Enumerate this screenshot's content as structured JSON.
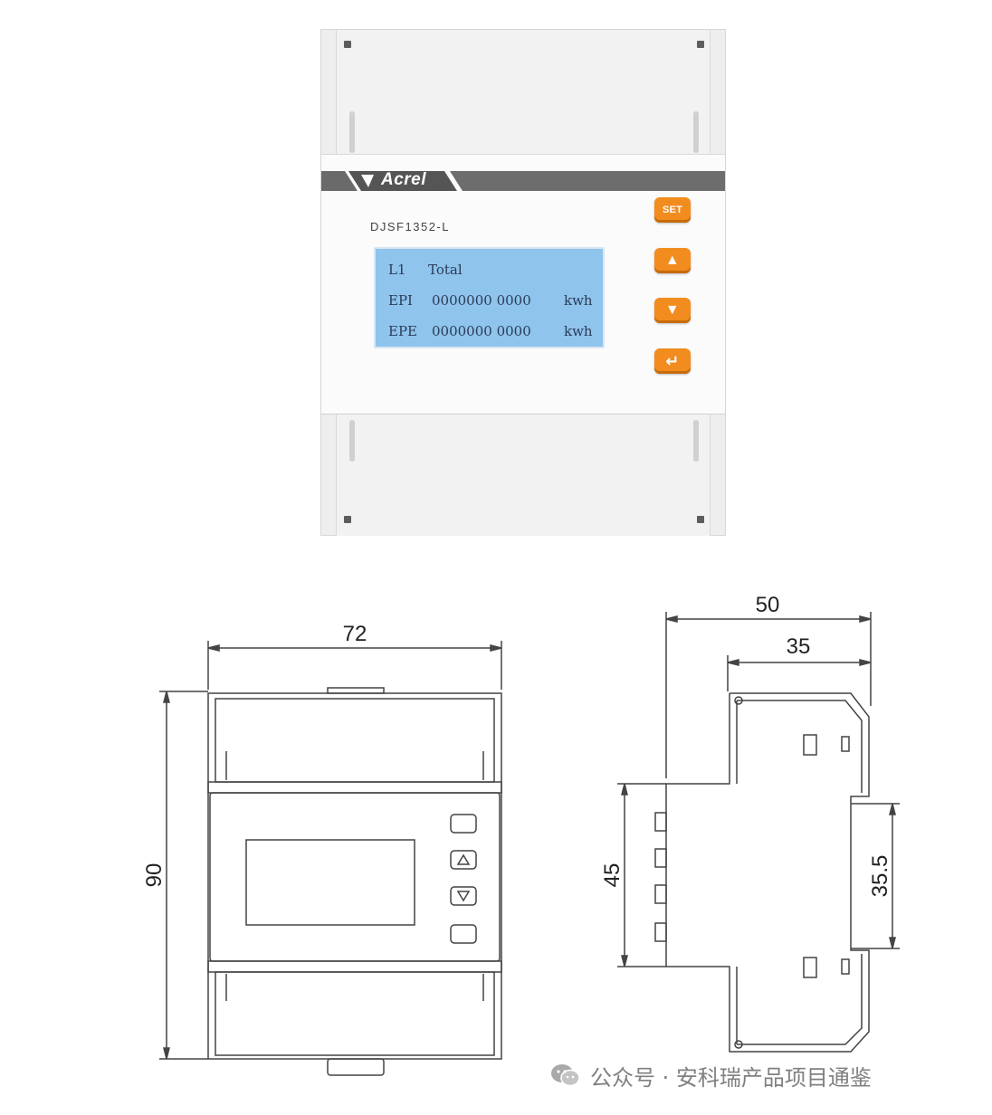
{
  "product": {
    "brand": "Acrel",
    "model": "DJSF1352-L",
    "lcd": {
      "line1": {
        "label": "L1",
        "value": "Total",
        "unit": ""
      },
      "line2": {
        "label": "EPI",
        "value": "0000000 0000",
        "unit": "kwh"
      },
      "line3": {
        "label": "EPE",
        "value": "0000000 0000",
        "unit": "kwh"
      }
    },
    "buttons": [
      {
        "name": "set",
        "label": "SET"
      },
      {
        "name": "up",
        "label": "▲"
      },
      {
        "name": "down",
        "label": "▼"
      },
      {
        "name": "enter",
        "label": "↵"
      }
    ],
    "colors": {
      "button": "#f28c1e",
      "lcd": "#8fc4ec",
      "brand_band": "#555555"
    }
  },
  "front_view": {
    "width_dim": "72",
    "height_dim": "90"
  },
  "side_view": {
    "depth_total": "50",
    "depth_body": "35",
    "din_height": "45",
    "inner_height": "35.5"
  },
  "watermark": {
    "icon": "wechat-icon",
    "text": "公众号 · 安科瑞产品项目通鉴"
  }
}
